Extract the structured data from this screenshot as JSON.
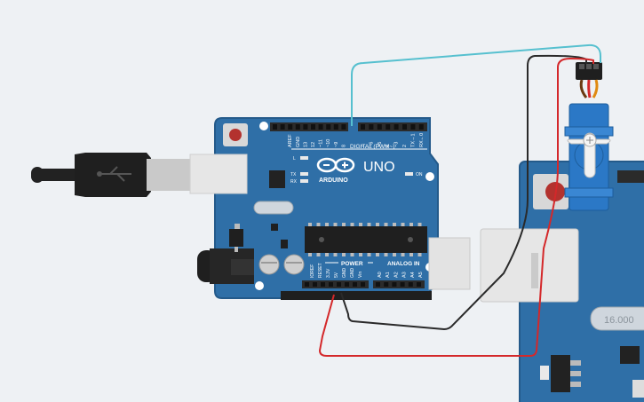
{
  "board": {
    "brand": "ARDUINO",
    "model": "UNO",
    "digital_label": "DIGITAL (PWM~)",
    "power_label": "POWER",
    "analog_label": "ANALOG IN",
    "on_label": "ON",
    "l_label": "L",
    "tx_label": "TX",
    "rx_label": "RX",
    "digital_pins": [
      "AREF",
      "GND",
      "13",
      "12",
      "~11",
      "~10",
      "~9",
      "8",
      "7",
      "~6",
      "~5",
      "4",
      "~3",
      "2",
      "TX→1",
      "RX←0"
    ],
    "power_pins": [
      "IOREF",
      "RESET",
      "3.3V",
      "5V",
      "GND",
      "GND",
      "Vin"
    ],
    "analog_pins": [
      "A0",
      "A1",
      "A2",
      "A3",
      "A4",
      "A5"
    ]
  },
  "second_board": {
    "crystal_label": "16.000"
  },
  "colors": {
    "background": "#eef1f4",
    "board": "#2f6fa7",
    "board_edge": "#245a8a",
    "header": "#2b2b2b",
    "wire_signal": "#56c0cf",
    "wire_ground": "#2a2a2a",
    "wire_power": "#d4282a",
    "servo": "#2b78c6"
  },
  "icons": [
    "usb-cable-icon",
    "usb-symbol-icon",
    "servo-horn-icon"
  ]
}
